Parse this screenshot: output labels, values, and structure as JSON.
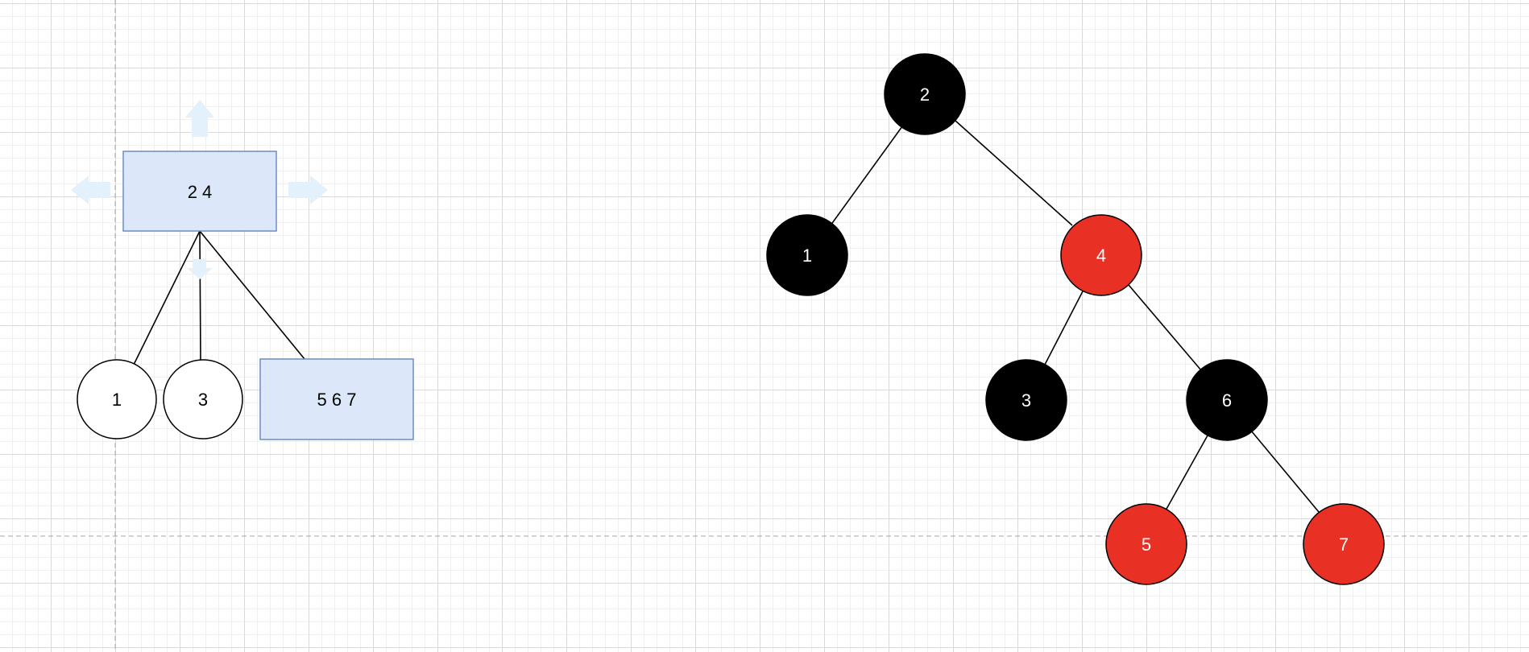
{
  "colors": {
    "black_node": "#000000",
    "red_node": "#e83025",
    "box_fill": "#dce8f9",
    "box_stroke": "#6c8ebf",
    "edge": "#000000",
    "guide": "#a6a6a6",
    "handle_arrow": "#e3f1fc"
  },
  "tree_234": {
    "root": {
      "label": "2 4"
    },
    "children": [
      {
        "label": "1",
        "shape": "circle"
      },
      {
        "label": "3",
        "shape": "circle"
      },
      {
        "label": "5 6 7",
        "shape": "box"
      }
    ]
  },
  "red_black_tree": {
    "nodes": [
      {
        "id": "n2",
        "label": "2",
        "color": "black"
      },
      {
        "id": "n1",
        "label": "1",
        "color": "black"
      },
      {
        "id": "n4",
        "label": "4",
        "color": "red"
      },
      {
        "id": "n3",
        "label": "3",
        "color": "black"
      },
      {
        "id": "n6",
        "label": "6",
        "color": "black"
      },
      {
        "id": "n5",
        "label": "5",
        "color": "red"
      },
      {
        "id": "n7",
        "label": "7",
        "color": "red"
      }
    ],
    "edges": [
      [
        "n2",
        "n1"
      ],
      [
        "n2",
        "n4"
      ],
      [
        "n4",
        "n3"
      ],
      [
        "n4",
        "n6"
      ],
      [
        "n6",
        "n5"
      ],
      [
        "n6",
        "n7"
      ]
    ]
  }
}
